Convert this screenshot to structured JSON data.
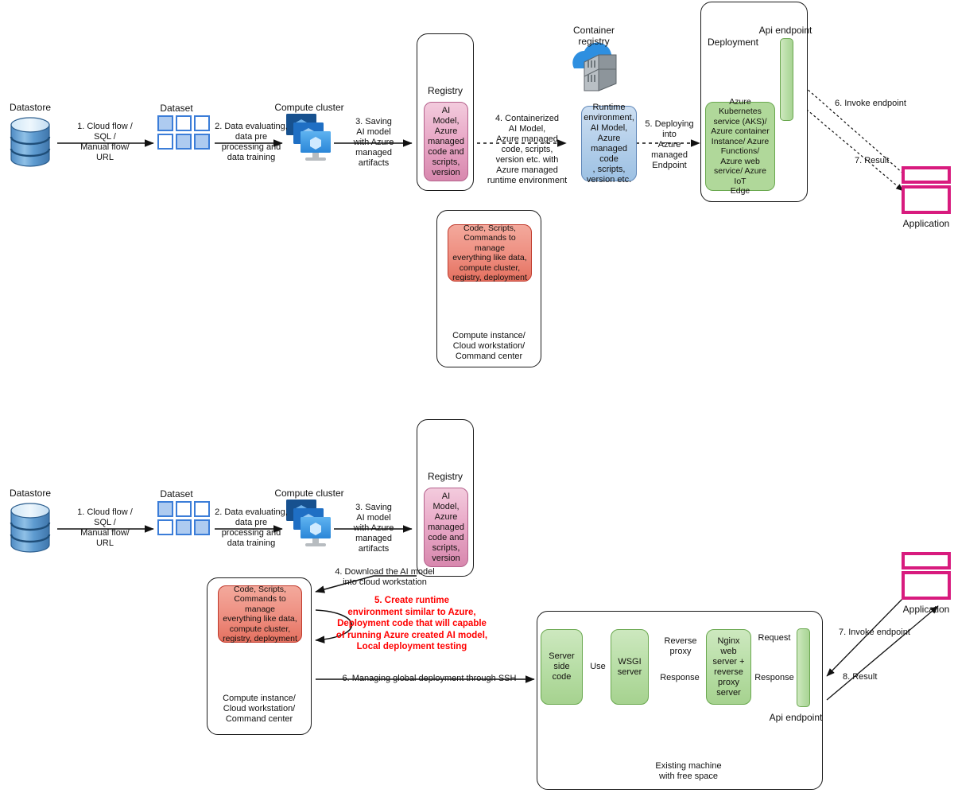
{
  "colors": {
    "accent_pink": "#d81b7e",
    "azure_blue": "#1f78c1",
    "deploy_green": "#6a9a2f",
    "node_green": "#b0d89a",
    "red_note": "#ff0000"
  },
  "top_diagram": {
    "datastore": {
      "label": "Datastore",
      "icon": "database-cylinder-icon"
    },
    "step1": "1. Cloud flow /\nSQL /\nManual flow/\nURL",
    "dataset": {
      "label": "Dataset",
      "icon": "dataset-grid-icon"
    },
    "step2": "2. Data evaluating,\ndata pre\nprocessing and\ndata training",
    "compute_cluster": {
      "label": "Compute cluster",
      "icon": "compute-cluster-icon"
    },
    "step3": "3. Saving\nAI model\nwith Azure\nmanaged\nartifacts",
    "registry": {
      "label": "Registry",
      "icon": "registry-rack-icon",
      "model_box": "AI Model,\nAzure\nmanaged\ncode and\nscripts,\nversion"
    },
    "step4": "4. Containerized\nAI Model,\nAzure managed\ncode, scripts,\nversion etc. with\nAzure managed\nruntime environment",
    "container_registry": {
      "label": "Container\nregistry",
      "icon": "cloud-containers-icon",
      "runtime_box": "Runtime\nenvironment,\nAI Model,\nAzure\nmanaged code\n, scripts,\nversion etc."
    },
    "step5": "5. Deploying\ninto\nAzure\nmanaged\nEndpoint",
    "deployment": {
      "label": "Deployment",
      "icon": "branch-arrow-icon",
      "services_box": "Azure Kubernetes\nservice (AKS)/\nAzure container\nInstance/ Azure\nFunctions/\nAzure web\nservice/ Azure IoT\nEdge"
    },
    "api_endpoint": "Api endpoint",
    "step6": "6. Invoke endpoint",
    "step7": "7. Result",
    "application": {
      "label": "Application",
      "icon": "application-window-icon"
    },
    "compute_instance": {
      "code_box": "Code, Scripts,\nCommands to manage\neverything like data,\ncompute cluster,\nregistry, deployment",
      "icon": "monitor-gear-icon",
      "label": "Compute instance/\nCloud workstation/\nCommand center"
    }
  },
  "bottom_diagram": {
    "datastore": {
      "label": "Datastore",
      "icon": "database-cylinder-icon"
    },
    "step1": "1. Cloud flow /\nSQL /\nManual flow/\nURL",
    "dataset": {
      "label": "Dataset",
      "icon": "dataset-grid-icon"
    },
    "step2": "2. Data evaluating,\ndata pre\nprocessing and\ndata training",
    "compute_cluster": {
      "label": "Compute cluster",
      "icon": "compute-cluster-icon"
    },
    "step3": "3. Saving\nAI model\nwith Azure\nmanaged\nartifacts",
    "registry": {
      "label": "Registry",
      "icon": "registry-rack-icon",
      "model_box": "AI Model,\nAzure\nmanaged\ncode and\nscripts,\nversion"
    },
    "step4": "4. Download the AI model\ninto cloud workstation",
    "step5_note": "5. Create runtime\nenvironment similar to Azure,\nDeployment code that will capable\nof running Azure created AI model,\nLocal deployment testing",
    "step6": "6. Managing global deployment through SSH",
    "compute_instance": {
      "code_box": "Code, Scripts,\nCommands to manage\neverything like data,\ncompute cluster,\nregistry, deployment",
      "icon": "monitor-gear-icon",
      "label": "Compute instance/\nCloud workstation/\nCommand center"
    },
    "machine": {
      "server_side_code": "Server\nside code",
      "use_label": "Use",
      "wsgi_server": "WSGI\nserver",
      "reverse_proxy_label": "Reverse\nproxy",
      "response_label_1": "Response",
      "nginx": "Nginx web\nserver +\nreverse\nproxy\nserver",
      "request_label": "Request",
      "response_label_2": "Response",
      "api_endpoint": "Api endpoint",
      "icon": "monitor-cube-icon",
      "label": "Existing machine\nwith free space"
    },
    "step7": "7. Invoke endpoint",
    "step8": "8. Result",
    "application": {
      "label": "Application",
      "icon": "application-window-icon"
    }
  }
}
